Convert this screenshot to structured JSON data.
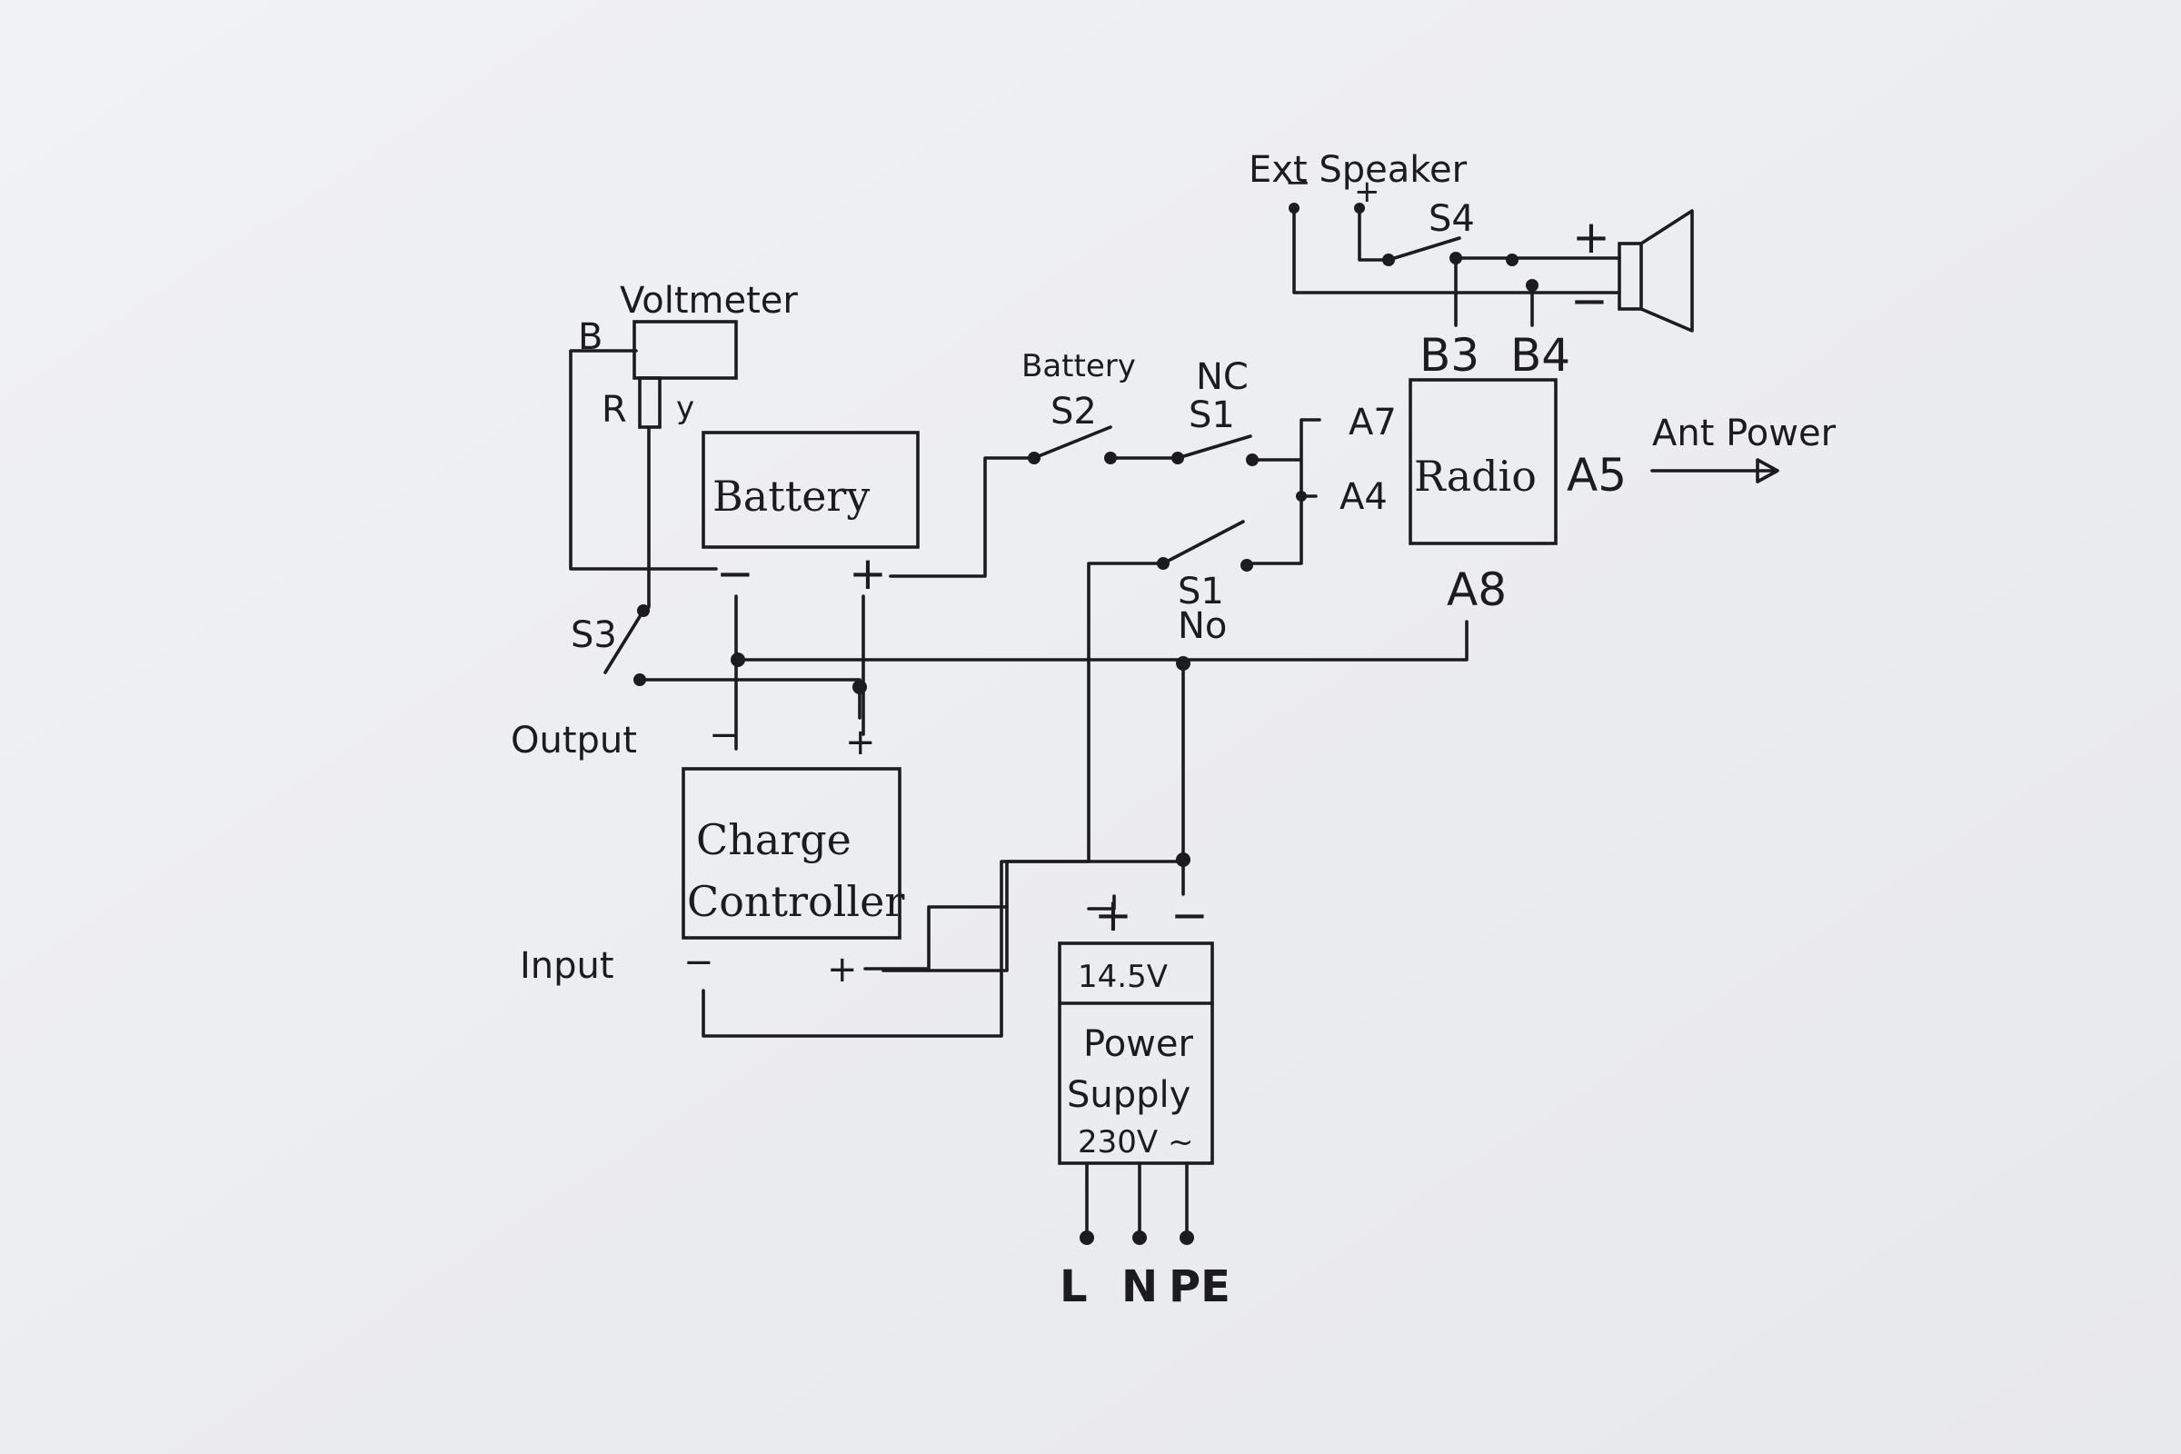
{
  "labels": {
    "ext_speaker": "Ext Speaker",
    "s4": "S4",
    "voltmeter": "Voltmeter",
    "b": "B",
    "r": "R",
    "y": "y",
    "battery_switch": "Battery",
    "s2": "S2",
    "nc": "NC",
    "s1_top": "S1",
    "a7": "A7",
    "a4": "A4",
    "radio": "Radio",
    "a5": "A5",
    "ant_power": "Ant Power",
    "b3": "B3",
    "b4": "B4",
    "battery_box": "Battery",
    "s3": "S3",
    "s1_bottom": "S1",
    "no": "No",
    "a8": "A8",
    "output": "Output",
    "charge_line1": "Charge",
    "charge_line2": "Controller",
    "input": "Input",
    "psu_voltage": "14.5V",
    "psu_line1": "Power",
    "psu_line2": "Supply",
    "psu_mains": "230V ~",
    "mains_l": "L",
    "mains_n": "N",
    "mains_pe": "PE",
    "plus": "+",
    "minus": "−"
  },
  "colors": {
    "ink": "#1c1c1e",
    "paper": "#eeeff1"
  }
}
